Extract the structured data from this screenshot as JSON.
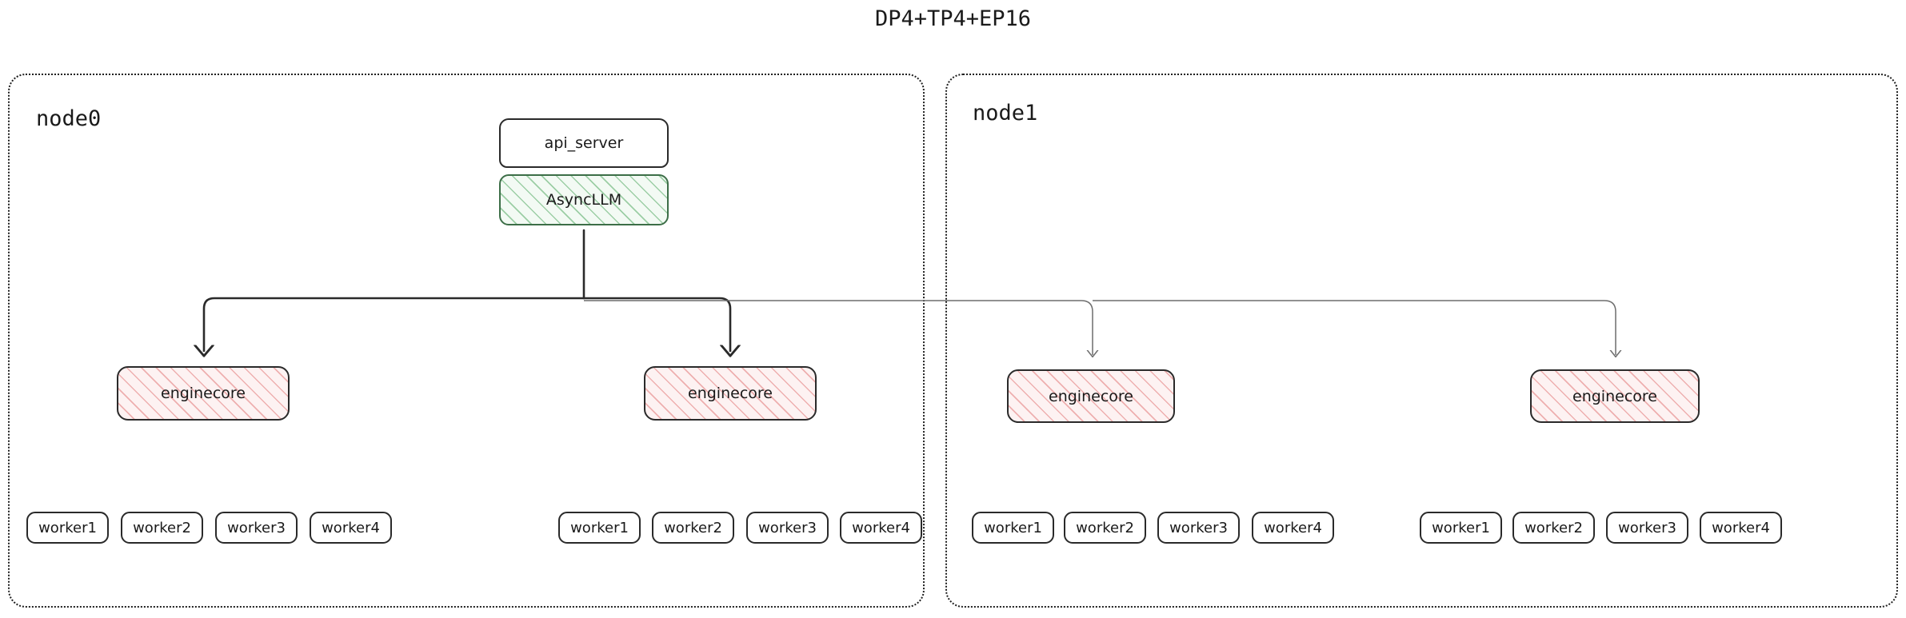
{
  "title": "DP4+TP4+EP16",
  "colors": {
    "ink": "#1a1a1a",
    "border": "#2a2a2a",
    "engine_hatch": "#e27878",
    "engine_fill": "#fdf2f2",
    "async_hatch": "#54aa64",
    "async_fill": "#f3faf4",
    "arrow_dark": "#2a2a2a",
    "arrow_light": "#6d6d6d",
    "container_border": "#1f1f1f"
  },
  "nodes": [
    {
      "id": "node0",
      "label": "node0",
      "engines": [
        {
          "label": "enginecore",
          "workers": [
            {
              "label": "worker1"
            },
            {
              "label": "worker2"
            },
            {
              "label": "worker3"
            },
            {
              "label": "worker4"
            }
          ]
        },
        {
          "label": "enginecore",
          "workers": [
            {
              "label": "worker1"
            },
            {
              "label": "worker2"
            },
            {
              "label": "worker3"
            },
            {
              "label": "worker4"
            }
          ]
        }
      ]
    },
    {
      "id": "node1",
      "label": "node1",
      "engines": [
        {
          "label": "enginecore",
          "workers": [
            {
              "label": "worker1"
            },
            {
              "label": "worker2"
            },
            {
              "label": "worker3"
            },
            {
              "label": "worker4"
            }
          ]
        },
        {
          "label": "enginecore",
          "workers": [
            {
              "label": "worker1"
            },
            {
              "label": "worker2"
            },
            {
              "label": "worker3"
            },
            {
              "label": "worker4"
            }
          ]
        }
      ]
    }
  ],
  "frontend": {
    "api_server": "api_server",
    "async_llm": "AsyncLLM"
  }
}
